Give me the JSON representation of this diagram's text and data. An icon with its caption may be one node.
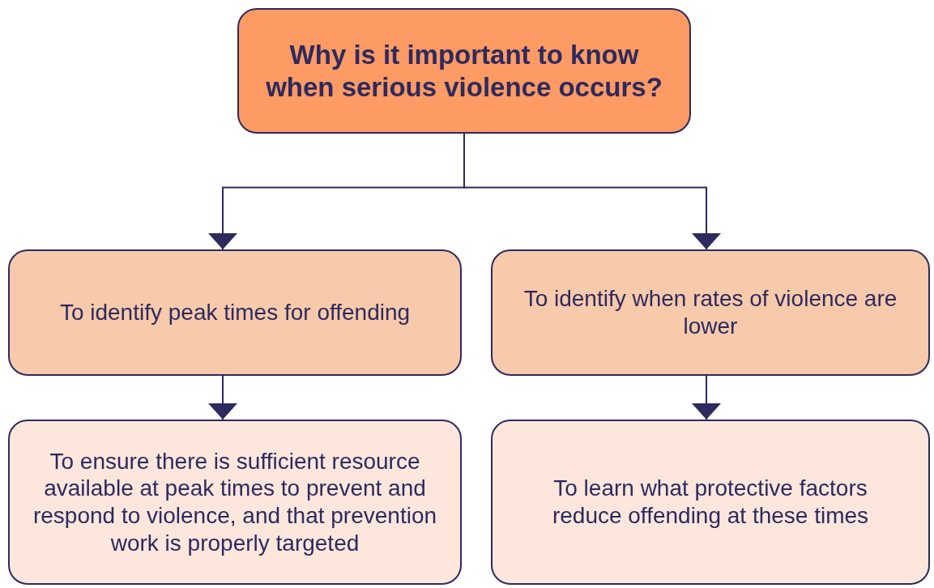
{
  "diagram": {
    "nodes": [
      {
        "text": [
          "Why is it important to know when serious violence occurs?"
        ]
      },
      {
        "text": [
          "To identify peak times for offending"
        ]
      },
      {
        "text": [
          "To identify when rates of violence are lower"
        ]
      },
      {
        "text": [
          "To ensure there is sufficient resource available at peak times to prevent and respond to violence, and that prevention work is properly targeted"
        ]
      },
      {
        "text": [
          "To learn what protective factors reduce offending at these times"
        ]
      }
    ],
    "edges": [
      {
        "from": 0,
        "to": 1,
        "arrow": "to"
      },
      {
        "from": 0,
        "to": 2,
        "arrow": "to"
      },
      {
        "from": 1,
        "to": 3,
        "arrow": "to"
      },
      {
        "from": 2,
        "to": 4,
        "arrow": "to"
      }
    ]
  }
}
